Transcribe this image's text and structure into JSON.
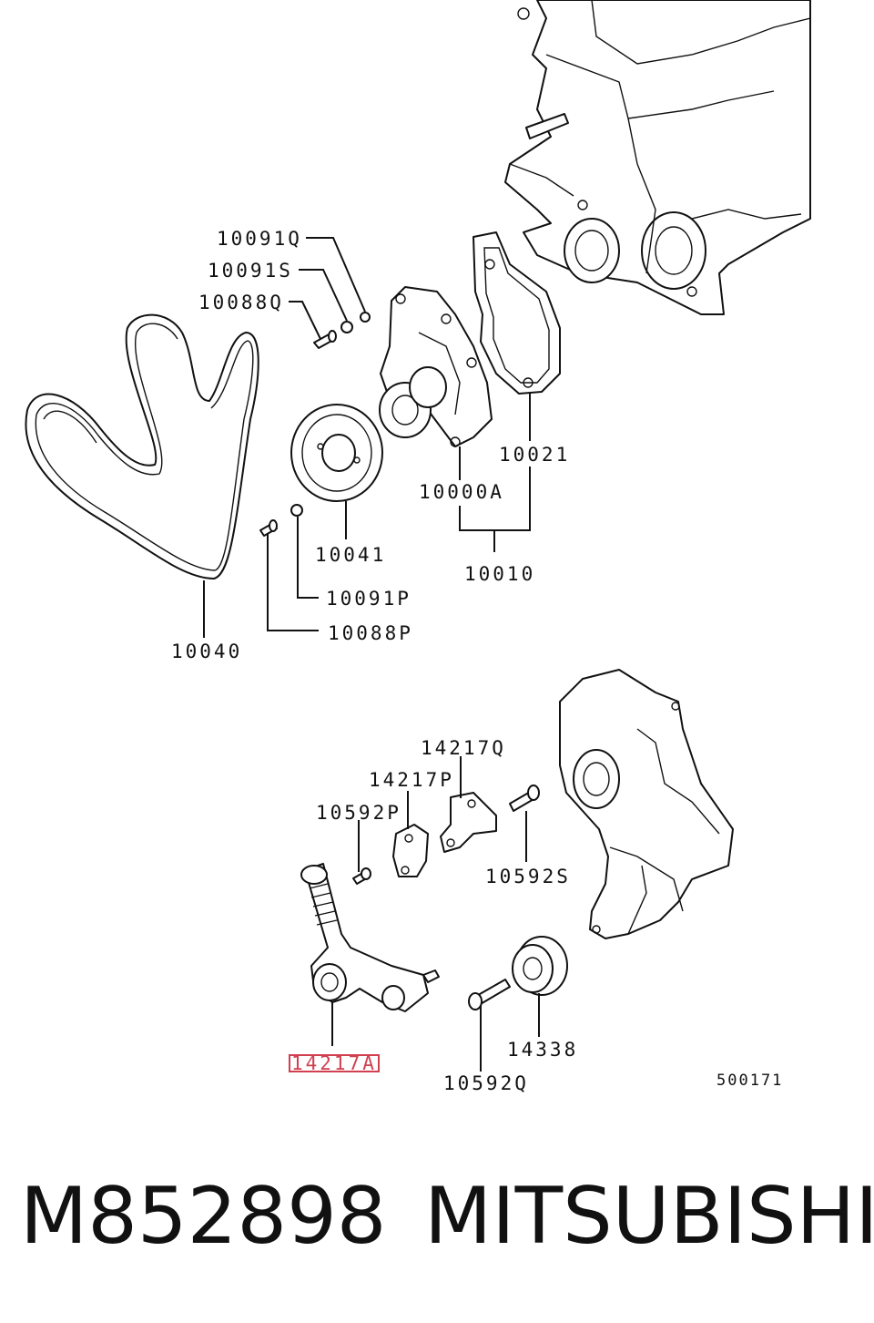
{
  "diagram": {
    "labels": {
      "p10091q": "10091Q",
      "p10091s": "10091S",
      "p10088q": "10088Q",
      "p10021": "10021",
      "p10000a": "10000A",
      "p10010": "10010",
      "p10041": "10041",
      "p10091p": "10091P",
      "p10088p": "10088P",
      "p10040": "10040",
      "p14217q": "14217Q",
      "p14217p_a": "14217P",
      "p10592p": "10592P",
      "p10592s": "10592S",
      "p14217a": "14217A",
      "p14338": "14338",
      "p10592q": "10592Q"
    },
    "diagram_code": "500171",
    "highlight_color": "#d04050"
  },
  "footer": {
    "part_number": "M852898",
    "brand": "MITSUBISHI"
  }
}
